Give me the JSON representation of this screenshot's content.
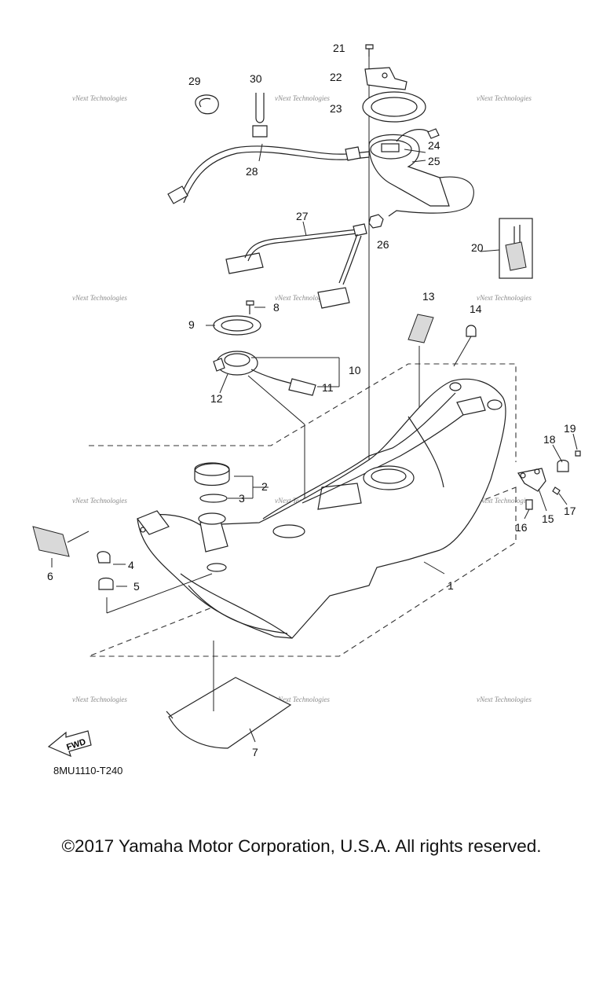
{
  "diagram_code": "8MU1110-T240",
  "copyright": "©2017 Yamaha Motor Corporation, U.S.A. All rights reserved.",
  "fwd_label": "FWD",
  "watermark": "vNext Technologies",
  "part_numbers": {
    "p1": "1",
    "p2": "2",
    "p3": "3",
    "p4": "4",
    "p5": "5",
    "p6": "6",
    "p7": "7",
    "p8": "8",
    "p9": "9",
    "p10": "10",
    "p11": "11",
    "p12": "12",
    "p13": "13",
    "p14": "14",
    "p15": "15",
    "p16": "16",
    "p17": "17",
    "p18": "18",
    "p19": "19",
    "p20": "20",
    "p21": "21",
    "p22": "22",
    "p23": "23",
    "p24": "24",
    "p25": "25",
    "p26": "26",
    "p27": "27",
    "p28": "28",
    "p29": "29",
    "p30": "30"
  }
}
